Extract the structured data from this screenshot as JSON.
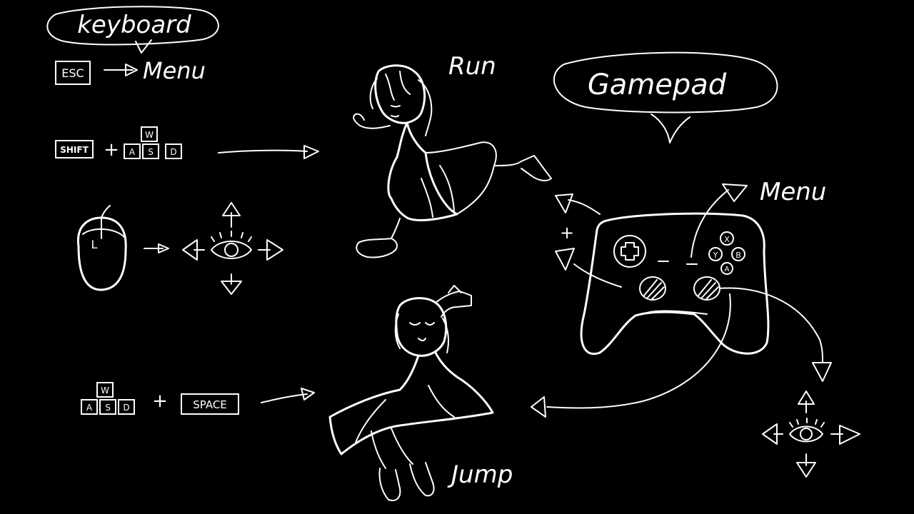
{
  "keyboard": {
    "title": "keyboard",
    "esc_key": "ESC",
    "menu_label": "Menu",
    "shift_key": "SHIFT",
    "plus": "+",
    "wasd": [
      "W",
      "A",
      "S",
      "D"
    ],
    "mouse_button": "L",
    "space_key": "SPACE"
  },
  "actions": {
    "run_label": "Run",
    "jump_label": "Jump"
  },
  "gamepad": {
    "title": "Gamepad",
    "menu_label": "Menu",
    "plus": "+",
    "face_buttons": [
      "X",
      "Y",
      "B",
      "A"
    ]
  },
  "colors": {
    "background": "#000000",
    "ink": "#ffffff"
  }
}
